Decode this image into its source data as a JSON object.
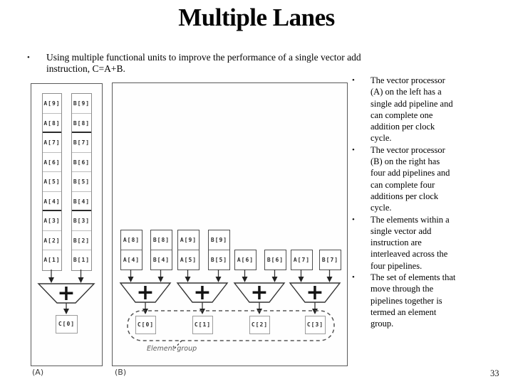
{
  "slide": {
    "title": "Multiple Lanes",
    "bullet_char": "•",
    "main_bullet": "Using multiple functional units to improve the performance of a single vector add\ninstruction, C=A+B.",
    "right_bullets": [
      "The vector processor\n(A) on the left has a\nsingle add pipeline and\ncan complete one\naddition per clock\ncycle.",
      "The vector processor\n(B) on the right has\nfour add pipelines and\ncan complete four\nadditions per clock\ncycle.",
      "The elements within a\nsingle vector add\ninstruction are\ninterleaved across the\nfour pipelines.",
      "The set of elements that\nmove through the\npipelines together is\ntermed an element\ngroup."
    ],
    "page_number": "33"
  },
  "diagram": {
    "plus": "+",
    "panel_a": {
      "label": "(A)",
      "col_a": [
        "A[9]",
        "A[8]",
        "A[7]",
        "A[6]",
        "A[5]",
        "A[4]",
        "A[3]",
        "A[2]",
        "A[1]"
      ],
      "col_b": [
        "B[9]",
        "B[8]",
        "B[7]",
        "B[6]",
        "B[5]",
        "B[4]",
        "B[3]",
        "B[2]",
        "B[1]"
      ],
      "result": "C[0]"
    },
    "panel_b": {
      "label": "(B)",
      "pipelines": [
        {
          "a": [
            "A[8]",
            "A[4]"
          ],
          "b": [
            "B[8]",
            "B[4]"
          ],
          "result": "C[0]"
        },
        {
          "a": [
            "A[9]",
            "A[5]"
          ],
          "b": [
            "B[9]",
            "B[5]"
          ],
          "result": "C[1]"
        },
        {
          "a": [
            "A[6]"
          ],
          "b": [
            "B[6]"
          ],
          "result": "C[2]"
        },
        {
          "a": [
            "A[7]"
          ],
          "b": [
            "B[7]"
          ],
          "result": "C[3]"
        }
      ],
      "element_group_label": "Element group"
    },
    "line_color": "#333333"
  }
}
